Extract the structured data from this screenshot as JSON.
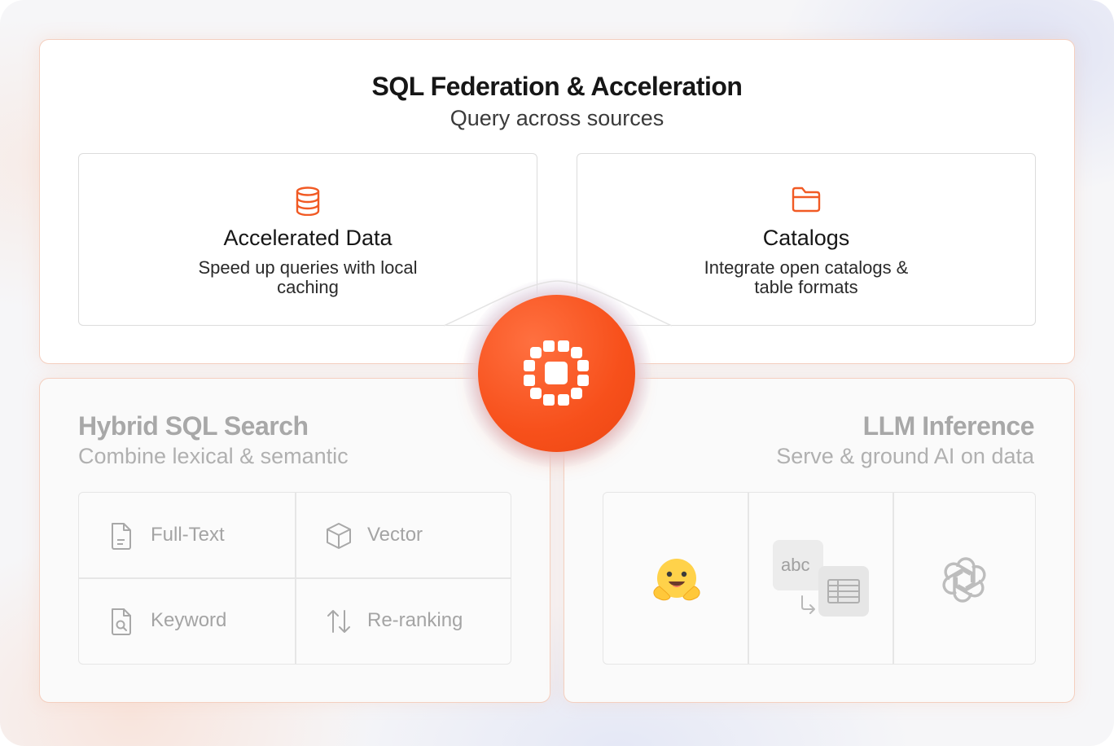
{
  "top": {
    "title": "SQL Federation & Acceleration",
    "subtitle": "Query across sources",
    "cards": [
      {
        "icon": "database-icon",
        "title": "Accelerated Data",
        "desc_line1": "Speed up queries with local",
        "desc_line2": "caching"
      },
      {
        "icon": "folder-icon",
        "title": "Catalogs",
        "desc_line1": "Integrate open catalogs &",
        "desc_line2": "table formats"
      }
    ]
  },
  "left": {
    "title": "Hybrid SQL Search",
    "subtitle": "Combine lexical & semantic",
    "items": [
      {
        "label": "Full-Text",
        "icon": "document-icon"
      },
      {
        "label": "Vector",
        "icon": "cube-icon"
      },
      {
        "label": "Keyword",
        "icon": "search-document-icon"
      },
      {
        "label": "Re-ranking",
        "icon": "sort-arrows-icon"
      }
    ]
  },
  "right": {
    "title": "LLM Inference",
    "subtitle": "Serve & ground AI on data",
    "providers": [
      {
        "icon": "hugging-face-icon"
      },
      {
        "icon": "text-to-table-icon",
        "label": "abc"
      },
      {
        "icon": "openai-icon"
      }
    ]
  },
  "hub": {
    "icon": "spice-logo-icon"
  },
  "colors": {
    "accent": "#F7501B",
    "panel_border": "#F4CFBF",
    "muted_text": "#A8A8A8"
  }
}
